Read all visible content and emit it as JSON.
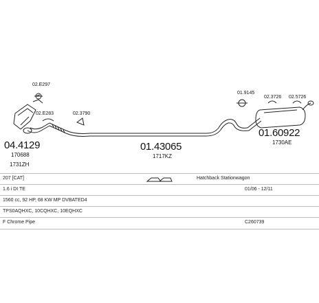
{
  "diagram": {
    "parts": [
      {
        "id": "p1",
        "code": "04.4129",
        "sub1": "170688",
        "sub2": "1731ZH"
      },
      {
        "id": "p2",
        "code": "01.43065",
        "sub1": "1717KZ"
      },
      {
        "id": "p3",
        "code": "01.60922",
        "sub1": "1730AE"
      }
    ],
    "small_parts": [
      {
        "id": "s1",
        "code": "02.E297"
      },
      {
        "id": "s2",
        "code": "02.E283"
      },
      {
        "id": "s3",
        "code": "02.3790"
      },
      {
        "id": "s4",
        "code": "01.9145"
      },
      {
        "id": "s5",
        "code": "02.3726"
      },
      {
        "id": "s6",
        "code": "02.5726"
      }
    ]
  },
  "table": {
    "model": "207 [CAT]",
    "body_type": "Hatchback Stationwagon",
    "engine": "1.6 i DI TE",
    "period": "01/06 - 12/11",
    "specs": "1560 cc, 92 HP, 68 KW MP DVBATED4",
    "codes": "TPS0AQHXC, 10CQHXC, 10EQHXC",
    "pipe_note": "F Chrome Pipe",
    "ref": "C260739"
  }
}
